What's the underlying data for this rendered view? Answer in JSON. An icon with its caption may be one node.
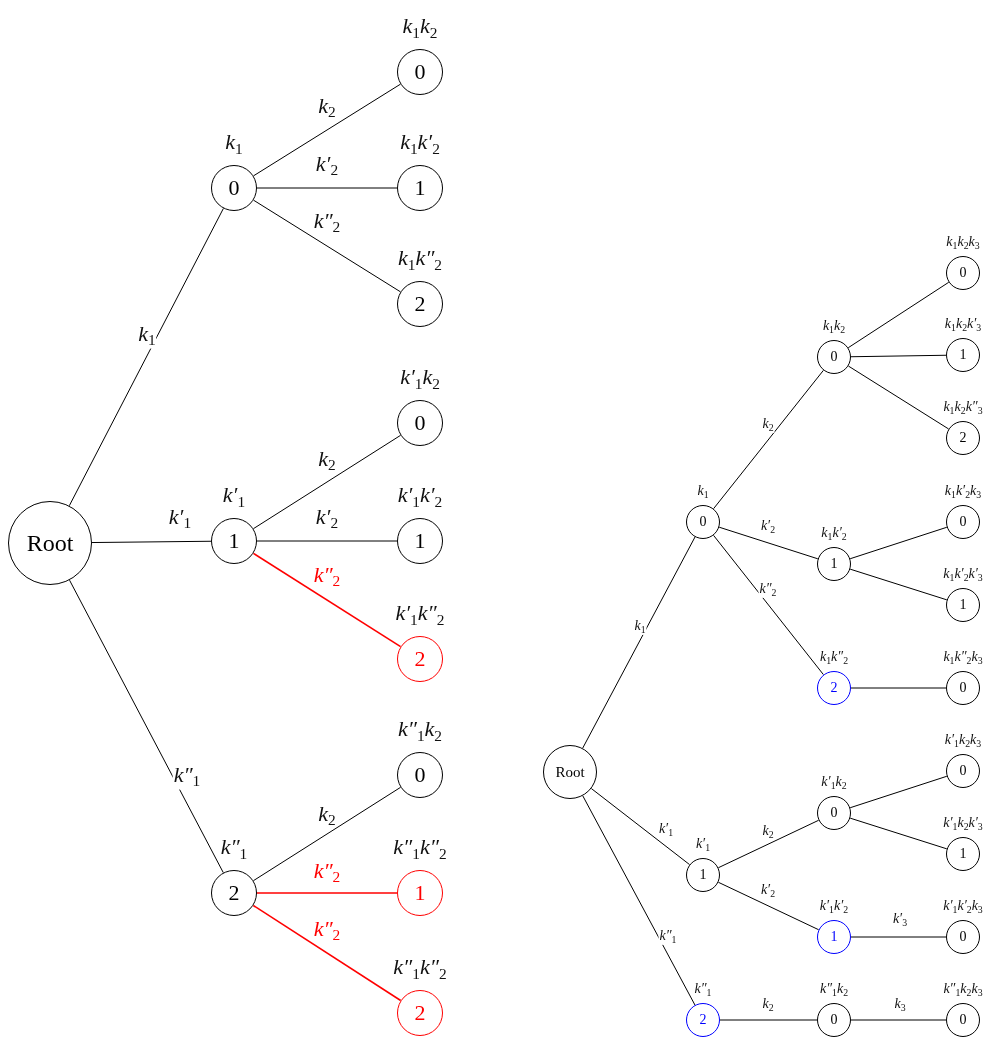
{
  "diagram": {
    "nodes": [
      {
        "text": [
          "Root"
        ]
      },
      {
        "text": [
          "0"
        ],
        "beside": [
          "k$_{1}$"
        ]
      },
      {
        "text": [
          "0"
        ],
        "beside": [
          "k$_{1}$k$_{2}$"
        ]
      },
      {
        "text": [
          "1"
        ],
        "beside": [
          "k$_{1}$k′$_{2}$"
        ]
      },
      {
        "text": [
          "2"
        ],
        "beside": [
          "k$_{1}$k″$_{2}$"
        ]
      },
      {
        "text": [
          "1"
        ],
        "beside": [
          "k′$_{1}$"
        ]
      },
      {
        "text": [
          "0"
        ],
        "beside": [
          "k′$_{1}$k$_{2}$"
        ]
      },
      {
        "text": [
          "1"
        ],
        "beside": [
          "k′$_{1}$k′$_{2}$"
        ]
      },
      {
        "text": [
          "2"
        ],
        "beside": [
          "k′$_{1}$k″$_{2}$"
        ]
      },
      {
        "text": [
          "2"
        ],
        "beside": [
          "k″$_{1}$"
        ]
      },
      {
        "text": [
          "0"
        ],
        "beside": [
          "k″$_{1}$k$_{2}$"
        ]
      },
      {
        "text": [
          "1"
        ],
        "beside": [
          "k″$_{1}$k″$_{2}$"
        ]
      },
      {
        "text": [
          "2"
        ],
        "beside": [
          "k″$_{1}$k″$_{2}$"
        ]
      },
      {
        "text": [
          "Root"
        ]
      },
      {
        "text": [
          "0"
        ],
        "beside": [
          "k$_{1}$"
        ]
      },
      {
        "text": [
          "0"
        ],
        "beside": [
          "k$_{1}$k$_{2}$"
        ]
      },
      {
        "text": [
          "0"
        ],
        "beside": [
          "k$_{1}$k$_{2}$k$_{3}$"
        ]
      },
      {
        "text": [
          "1"
        ],
        "beside": [
          "k$_{1}$k$_{2}$k′$_{3}$"
        ]
      },
      {
        "text": [
          "2"
        ],
        "beside": [
          "k$_{1}$k$_{2}$k″$_{3}$"
        ]
      },
      {
        "text": [
          "1"
        ],
        "beside": [
          "k$_{1}$k′$_{2}$"
        ]
      },
      {
        "text": [
          "0"
        ],
        "beside": [
          "k$_{1}$k′$_{2}$k$_{3}$"
        ]
      },
      {
        "text": [
          "1"
        ],
        "beside": [
          "k$_{1}$k′$_{2}$k′$_{3}$"
        ]
      },
      {
        "text": [
          "2"
        ],
        "beside": [
          "k$_{1}$k″$_{2}$"
        ]
      },
      {
        "text": [
          "0"
        ],
        "beside": [
          "k$_{1}$k″$_{2}$k$_{3}$"
        ]
      },
      {
        "text": [
          "1"
        ],
        "beside": [
          "k′$_{1}$"
        ]
      },
      {
        "text": [
          "0"
        ],
        "beside": [
          "k′$_{1}$k$_{2}$"
        ]
      },
      {
        "text": [
          "0"
        ],
        "beside": [
          "k′$_{1}$k$_{2}$k$_{3}$"
        ]
      },
      {
        "text": [
          "1"
        ],
        "beside": [
          "k′$_{1}$k$_{2}$k′$_{3}$"
        ]
      },
      {
        "text": [
          "1"
        ],
        "beside": [
          "k′$_{1}$k′$_{2}$"
        ]
      },
      {
        "text": [
          "0"
        ],
        "beside": [
          "k′$_{1}$k′$_{2}$k$_{3}$"
        ]
      },
      {
        "text": [
          "2"
        ],
        "beside": [
          "k″$_{1}$"
        ]
      },
      {
        "text": [
          "0"
        ],
        "beside": [
          "k″$_{1}$k$_{2}$"
        ]
      },
      {
        "text": [
          "0"
        ],
        "beside": [
          "k″$_{1}$k$_{2}$k$_{3}$"
        ]
      }
    ],
    "edges": [
      {
        "from": 0,
        "to": 1,
        "arrow": "none",
        "label": "k$_{1}$"
      },
      {
        "from": 1,
        "to": 2,
        "arrow": "none",
        "label": "k$_{2}$"
      },
      {
        "from": 1,
        "to": 3,
        "arrow": "none",
        "label": "k′$_{2}$"
      },
      {
        "from": 1,
        "to": 4,
        "arrow": "none",
        "label": "k″$_{2}$"
      },
      {
        "from": 0,
        "to": 5,
        "arrow": "none",
        "label": "k′$_{1}$"
      },
      {
        "from": 5,
        "to": 6,
        "arrow": "none",
        "label": "k$_{2}$"
      },
      {
        "from": 5,
        "to": 7,
        "arrow": "none",
        "label": "k′$_{2}$"
      },
      {
        "from": 5,
        "to": 8,
        "arrow": "none",
        "label": "k″$_{2}$",
        "color": "#ff0000"
      },
      {
        "from": 0,
        "to": 9,
        "arrow": "none",
        "label": "k″$_{1}$"
      },
      {
        "from": 9,
        "to": 10,
        "arrow": "none",
        "label": "k$_{2}$"
      },
      {
        "from": 9,
        "to": 11,
        "arrow": "none",
        "label": "k″$_{2}$",
        "color": "#ff0000"
      },
      {
        "from": 9,
        "to": 12,
        "arrow": "none",
        "label": "k″$_{2}$",
        "color": "#ff0000"
      },
      {
        "from": 13,
        "to": 14,
        "arrow": "none",
        "label": "k$_{1}$"
      },
      {
        "from": 14,
        "to": 15,
        "arrow": "none",
        "label": "k$_{2}$"
      },
      {
        "from": 15,
        "to": 16,
        "arrow": "none"
      },
      {
        "from": 15,
        "to": 17,
        "arrow": "none"
      },
      {
        "from": 15,
        "to": 18,
        "arrow": "none"
      },
      {
        "from": 14,
        "to": 19,
        "arrow": "none",
        "label": "k′$_{2}$"
      },
      {
        "from": 19,
        "to": 20,
        "arrow": "none"
      },
      {
        "from": 19,
        "to": 21,
        "arrow": "none"
      },
      {
        "from": 14,
        "to": 22,
        "arrow": "none",
        "label": "k″$_{2}$"
      },
      {
        "from": 22,
        "to": 23,
        "arrow": "none"
      },
      {
        "from": 13,
        "to": 24,
        "arrow": "none",
        "label": "k′$_{1}$"
      },
      {
        "from": 24,
        "to": 25,
        "arrow": "none",
        "label": "k$_{2}$"
      },
      {
        "from": 25,
        "to": 26,
        "arrow": "none"
      },
      {
        "from": 25,
        "to": 27,
        "arrow": "none"
      },
      {
        "from": 24,
        "to": 28,
        "arrow": "none",
        "label": "k′$_{2}$"
      },
      {
        "from": 28,
        "to": 29,
        "arrow": "none",
        "label": "k′$_{3}$"
      },
      {
        "from": 13,
        "to": 30,
        "arrow": "none",
        "label": "k″$_{1}$"
      },
      {
        "from": 30,
        "to": 31,
        "arrow": "none",
        "label": "k$_{2}$"
      },
      {
        "from": 31,
        "to": 32,
        "arrow": "none",
        "label": "k$_{3}$"
      }
    ]
  }
}
